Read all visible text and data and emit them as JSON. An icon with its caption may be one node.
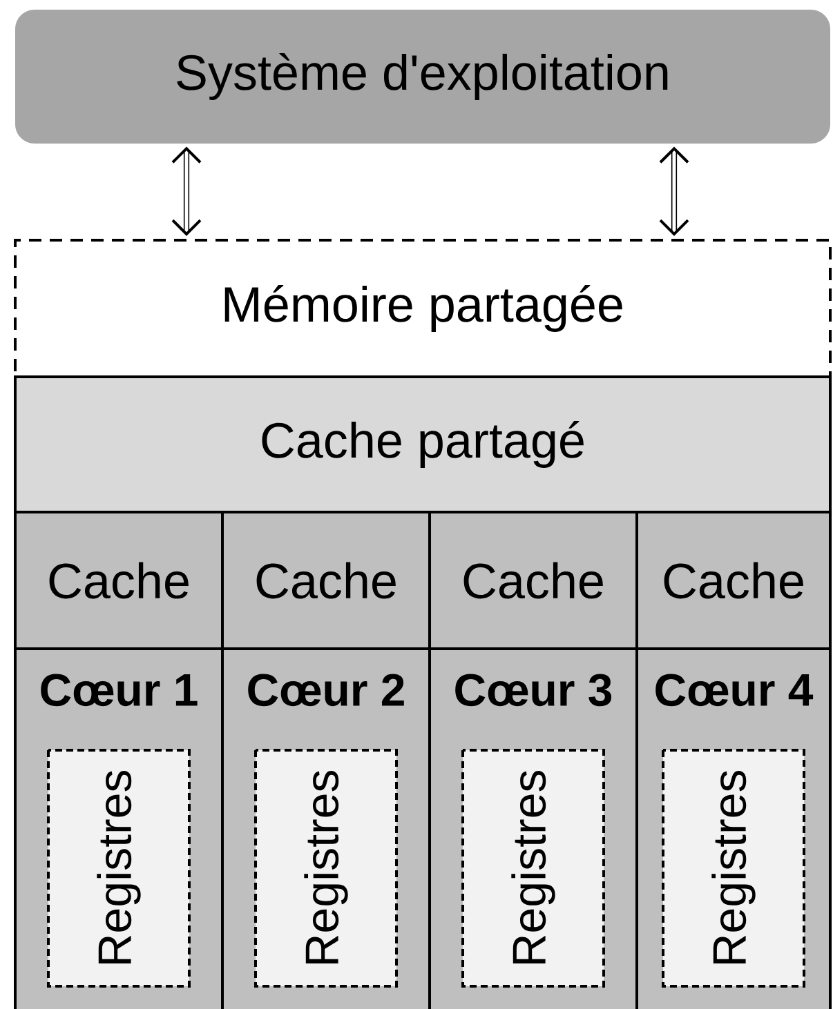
{
  "diagram": {
    "nodes": [
      {
        "text": [
          "Système d'exploitation"
        ]
      },
      {
        "text": [
          "Mémoire partagée"
        ]
      },
      {
        "text": [
          "Cache partagé"
        ]
      },
      {
        "text": [
          "Cache"
        ]
      },
      {
        "text": [
          "Cache"
        ]
      },
      {
        "text": [
          "Cache"
        ]
      },
      {
        "text": [
          "Cache"
        ]
      },
      {
        "text": [
          "Cœur 1"
        ]
      },
      {
        "text": [
          "Cœur 2"
        ]
      },
      {
        "text": [
          "Cœur 3"
        ]
      },
      {
        "text": [
          "Cœur 4"
        ]
      },
      {
        "text": [
          "Registres"
        ],
        "in": 7
      },
      {
        "text": [
          "Registres"
        ],
        "in": 8
      },
      {
        "text": [
          "Registres"
        ],
        "in": 9
      },
      {
        "text": [
          "Registres"
        ],
        "in": 10
      }
    ],
    "edges": [
      {
        "from": 0,
        "to": 1,
        "arrow": "both"
      },
      {
        "from": 0,
        "to": 1,
        "arrow": "both"
      }
    ]
  }
}
